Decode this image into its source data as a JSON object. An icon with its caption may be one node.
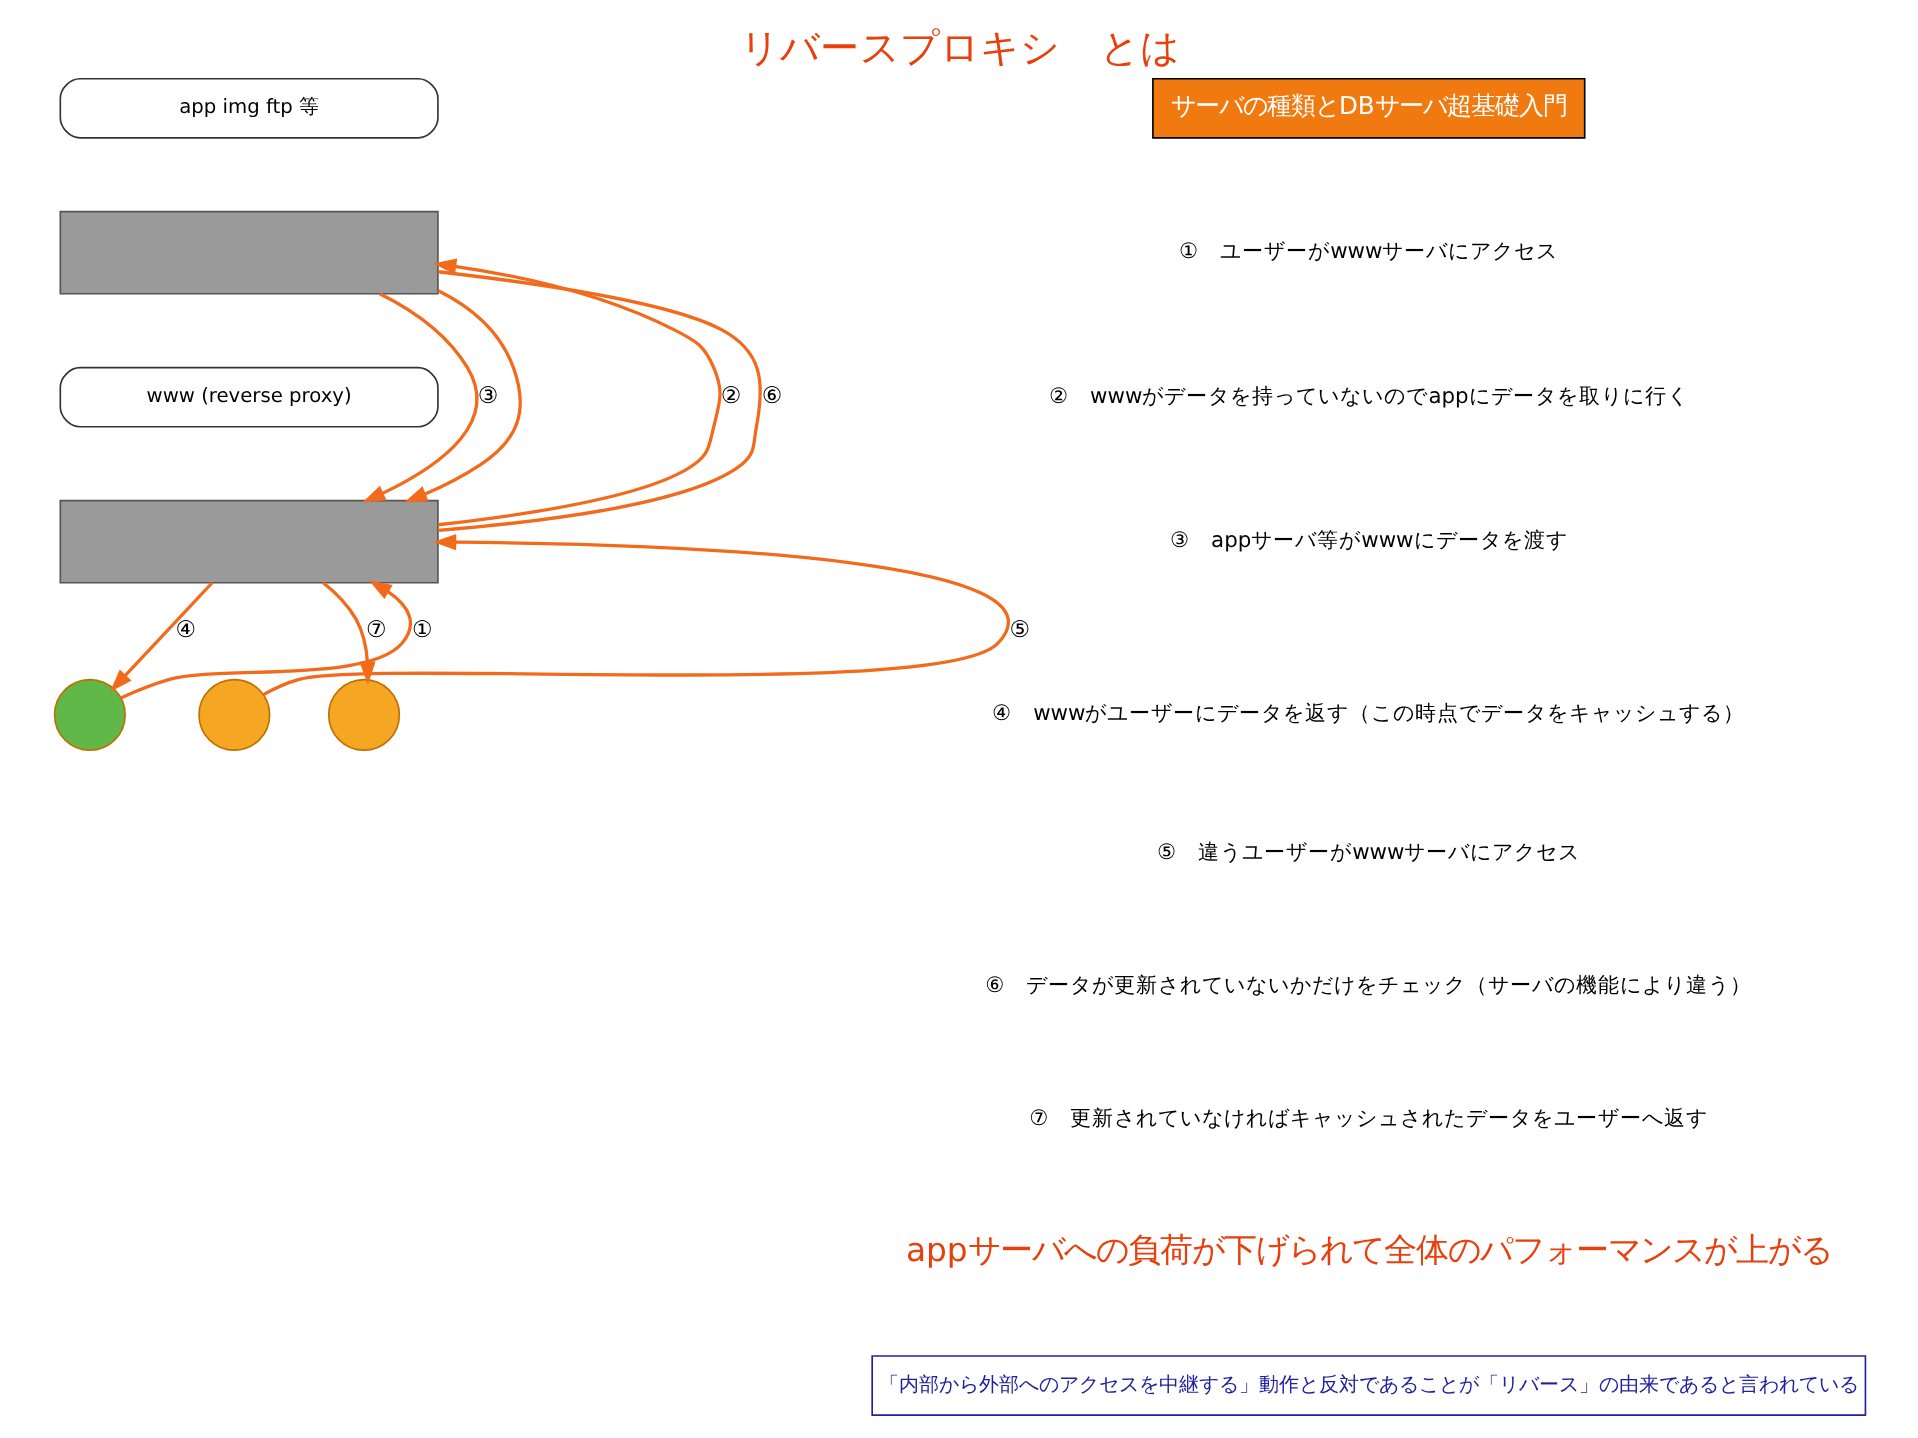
{
  "diagram": {
    "title": "リバースプロキシ　とは",
    "nodes": [
      {
        "text": [
          "app img ftp 等"
        ]
      },
      {
        "text": [],
        "shape": "box"
      },
      {
        "text": [
          "www (reverse proxy)"
        ]
      },
      {
        "text": [],
        "shape": "box"
      },
      {
        "text": [],
        "shape": "person"
      },
      {
        "text": [],
        "shape": "person"
      },
      {
        "text": [],
        "shape": "person"
      }
    ],
    "edges": [
      {
        "from": 4,
        "to": 3,
        "arrow": "to",
        "label": "①"
      },
      {
        "from": 3,
        "to": 1,
        "arrow": "to",
        "label": "②"
      },
      {
        "from": 1,
        "to": 3,
        "arrow": "to",
        "label": "③"
      },
      {
        "from": 3,
        "to": 4,
        "arrow": "to",
        "label": "④"
      },
      {
        "from": 5,
        "to": 3,
        "arrow": "to",
        "label": "⑤"
      },
      {
        "from": 3,
        "to": 1,
        "arrow": "none",
        "label": "⑥"
      },
      {
        "from": 1,
        "to": 3,
        "arrow": "to"
      },
      {
        "from": 3,
        "to": 6,
        "arrow": "to",
        "label": "⑦"
      }
    ],
    "labels": [
      "サーバの種類とDBサーバ超基礎入門",
      "①　ユーザーがwwwサーバにアクセス",
      "②　wwwがデータを持っていないのでappにデータを取りに行く",
      "③　appサーバ等がwwwにデータを渡す",
      "④　wwwがユーザーにデータを返す（この時点でデータをキャッシュする）",
      "⑤　違うユーザーがwwwサーバにアクセス",
      "⑥　データが更新されていないかだけをチェック（サーバの機能により違う）",
      "⑦　更新されていなければキャッシュされたデータをユーザーへ返す",
      "appサーバへの負荷が下げられて全体のパフォーマンスが上がる",
      "「内部から外部へのアクセスを中継する」動作と反対であることが「リバース」の由来であると言われている"
    ]
  }
}
